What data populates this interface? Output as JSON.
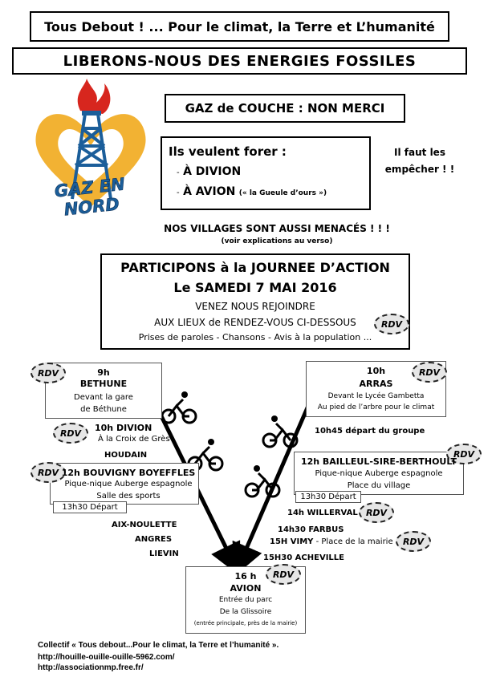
{
  "header": {
    "slogan": "Tous Debout ! ... Pour le climat, la Terre et L’humanité",
    "headline": "LIBERONS-NOUS DES ENERGIES FOSSILES",
    "gaz_couche": "GAZ de COUCHE : NON MERCI"
  },
  "logo": {
    "text": "GAZ EN NORD",
    "colors": {
      "flame": "#d7261e",
      "heart": "#f2b233",
      "tower": "#1b5e9a"
    }
  },
  "drill": {
    "title": "Ils veulent forer :",
    "site1": "À DIVION",
    "site2": "À AVION",
    "site2_note": "(« la Gueule d’ours »)",
    "aside": "Il faut les empêcher ! !"
  },
  "villages": {
    "line": "NOS VILLAGES SONT AUSSI MENACÉS ! ! !",
    "note": "(voir explications au verso)"
  },
  "action": {
    "title": "PARTICIPONS à la JOURNEE D’ACTION",
    "date": "Le SAMEDI 7 MAI 2016",
    "line1": "VENEZ NOUS REJOINDRE",
    "line2": "AUX LIEUX de RENDEZ-VOUS CI-DESSOUS",
    "line3": "Prises de paroles - Chansons - Avis à la population ..."
  },
  "rdv_label": "RDV",
  "left": {
    "bethune": {
      "time": "9h",
      "city": "BETHUNE",
      "l1": "Devant la gare",
      "l2": "de Béthune"
    },
    "divion": {
      "title": "10h DIVION",
      "sub": "À la Croix de Grès"
    },
    "houdain": "HOUDAIN",
    "bouvigny": {
      "title": "12h BOUVIGNY BOYEFFLES",
      "l1": "Pique-nique Auberge espagnole",
      "l2": "Salle des sports",
      "depart": "13h30 Départ"
    },
    "aix": "AIX-NOULETTE",
    "angres": "ANGRES",
    "lievin": "LIEVIN"
  },
  "right": {
    "arras": {
      "time": "10h",
      "city": "ARRAS",
      "l1": "Devant le Lycée Gambetta",
      "l2": "Au pied de l’arbre pour le climat"
    },
    "depart_groupe": "10h45 départ du groupe",
    "bailleul": {
      "title": "12h BAILLEUL-SIRE-BERTHOULT",
      "l1": "Pique-nique Auberge espagnole",
      "l2": "Place du village",
      "depart": "13h30 Départ"
    },
    "willerval": "14h WILLERVAL",
    "farbus": "14h30 FARBUS",
    "vimy": "15H VIMY",
    "vimy_note": " - Place de la mairie",
    "acheville": "15H30 ACHEVILLE"
  },
  "avion": {
    "time": "16 h",
    "city": "AVION",
    "l1": "Entrée du parc",
    "l2": "De la Glissoire",
    "l3": "(entrée principale, près de la mairie)"
  },
  "footer": {
    "collectif": "Collectif « Tous debout...Pour le climat, la Terre et l’humanité ».",
    "link1": "http://houille-ouille-ouille-5962.com/",
    "link2": "http://associationmp.free.fr/"
  }
}
